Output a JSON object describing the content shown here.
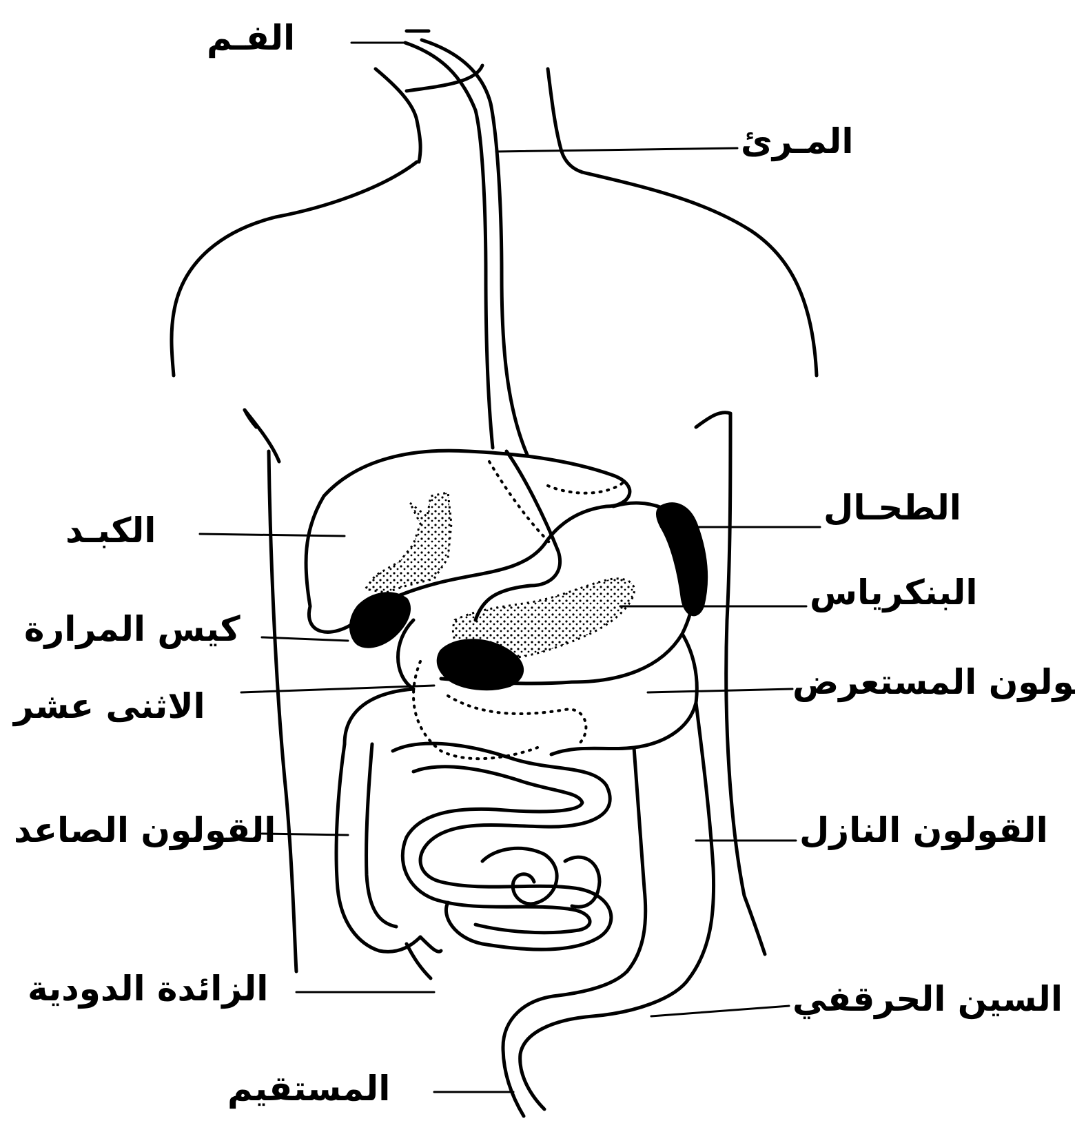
{
  "labels": {
    "mouth": "الفـم",
    "esophagus": "المـرئ",
    "liver": "الكبـد",
    "spleen": "الطحـال",
    "pancreas": "البنكرياس",
    "gallbladder": "كيس المرارة",
    "transverse_colon": "القولون المستعرض",
    "duodenum": "الاثنى عشر",
    "ascending_colon": "القولون الصاعد",
    "descending_colon": "القولون النازل",
    "appendix": "الزائدة الدودية",
    "sigmoid_colon": "السين الحرقفي",
    "rectum": "المستقيم"
  }
}
